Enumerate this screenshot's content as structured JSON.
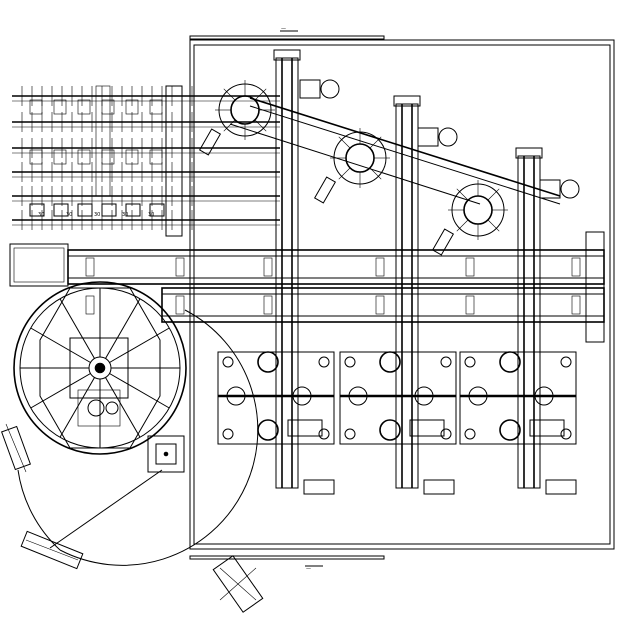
{
  "drawing": {
    "kind": "mechanical-layout",
    "line_color": "#000000",
    "background": "#ffffff",
    "dimension_marks": [
      "—",
      "—"
    ],
    "conveyor_tags": [
      "30",
      "30",
      "30",
      "30",
      "30"
    ]
  }
}
